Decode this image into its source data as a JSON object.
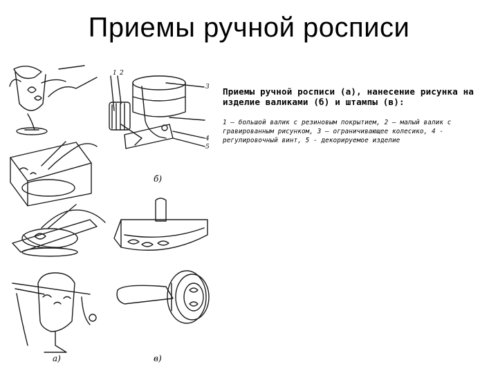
{
  "slide": {
    "title": "Приемы ручной росписи"
  },
  "caption": {
    "main": "Приемы ручной росписи (а), нанесение рисунка на изделие валиками (б) и штампы (в):",
    "legend": "1 — большой валик с резиновым покрытием, 2 — малый валик с гравированным рисунком, 3 — ограничивающее колесико, 4 - регулировочный винт, 5 - декорируемое изделие"
  },
  "figure": {
    "labels": {
      "a": "а)",
      "b": "б)",
      "v": "в)"
    },
    "callouts": [
      "1",
      "2",
      "3",
      "4",
      "5"
    ]
  },
  "colors": {
    "ink": "#1a1a1a",
    "paper": "#ffffff"
  }
}
